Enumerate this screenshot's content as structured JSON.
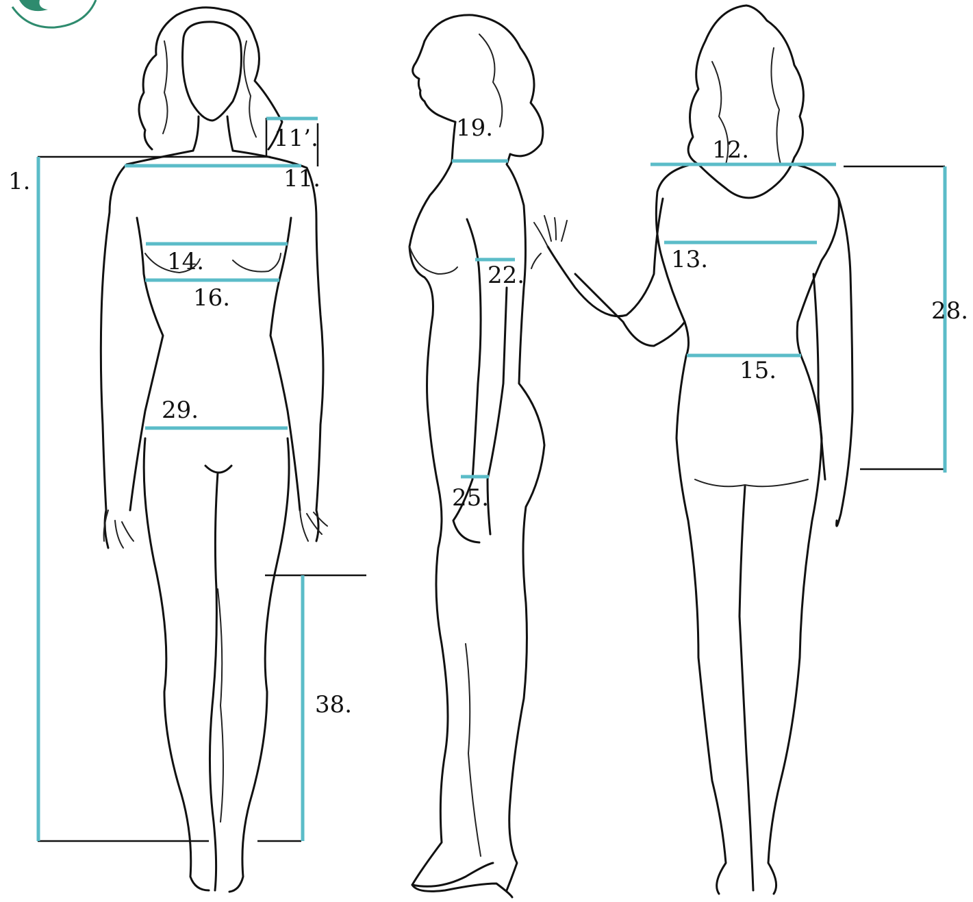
{
  "colors": {
    "measure": "#5bbcc8",
    "guide": "#111111",
    "logo": "#2e8b6e",
    "figure": "#111111"
  },
  "logo": {
    "icon": "brand-logo-partial"
  },
  "views": [
    "front-view",
    "side-view",
    "back-view"
  ],
  "labels": {
    "m1": "1.",
    "m11": "11.",
    "m11p": "11’.",
    "m12": "12.",
    "m13": "13.",
    "m14": "14.",
    "m15": "15.",
    "m16": "16.",
    "m19": "19.",
    "m22": "22.",
    "m25": "25.",
    "m28": "28.",
    "m29": "29.",
    "m38": "38."
  }
}
